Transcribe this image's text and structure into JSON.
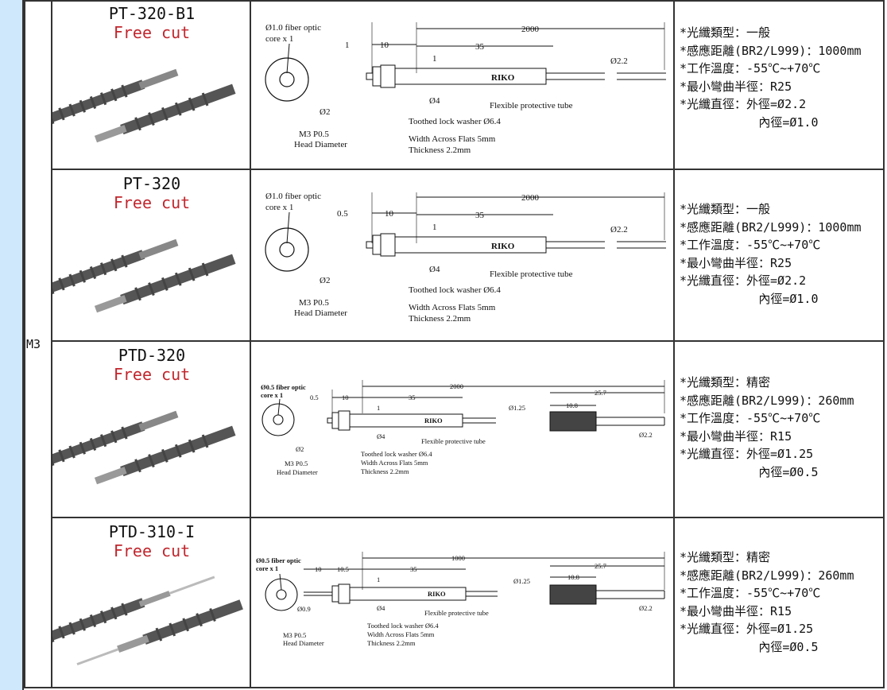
{
  "group_label": "M3",
  "rows": [
    {
      "model": "PT-320-B1",
      "tag": "Free cut",
      "drawing": {
        "core": [
          "Ø1.0 fiber optic",
          "core x 1"
        ],
        "d_head": "1",
        "d_nut": "10",
        "d_total": "2000",
        "d_tube": "35",
        "d_step": "1",
        "d_fiber": "Ø2.2",
        "d_body": "Ø4",
        "d_tip": "Ø2",
        "brand": "RIKO",
        "tube_label": "Flexible protective tube",
        "washer": "Toothed lock washer Ø6.4",
        "thread": [
          "M3 P0.5",
          "Head Diameter"
        ],
        "flats": [
          "Width Across Flats 5mm",
          "Thickness 2.2mm"
        ]
      },
      "specs": [
        "*光纖類型：一般",
        "*感應距離(BR2/L999)：1000mm",
        "*工作溫度：-55℃~+70℃",
        "*最小彎曲半徑：R25",
        "*光纖直徑：外徑=Ø2.2",
        "           內徑=Ø1.0"
      ]
    },
    {
      "model": "PT-320",
      "tag": "Free cut",
      "drawing": {
        "core": [
          "Ø1.0 fiber optic",
          "core x 1"
        ],
        "d_head": "0.5",
        "d_nut": "10",
        "d_total": "2000",
        "d_tube": "35",
        "d_step": "1",
        "d_fiber": "Ø2.2",
        "d_body": "Ø4",
        "d_tip": "Ø2",
        "brand": "RIKO",
        "tube_label": "Flexible protective tube",
        "washer": "Toothed lock washer Ø6.4",
        "thread": [
          "M3 P0.5",
          "Head Diameter"
        ],
        "flats": [
          "Width Across Flats 5mm",
          "Thickness 2.2mm"
        ]
      },
      "specs": [
        "*光纖類型：一般",
        "*感應距離(BR2/L999)：1000mm",
        "*工作溫度：-55℃~+70℃",
        "*最小彎曲半徑：R25",
        "*光纖直徑：外徑=Ø2.2",
        "           內徑=Ø1.0"
      ]
    },
    {
      "model": "PTD-320",
      "tag": "Free cut",
      "drawing": {
        "core": [
          "Ø0.5 fiber optic",
          "core x 1"
        ],
        "d_head": "0.5",
        "d_nut": "10",
        "d_total": "2000",
        "d_tube": "35",
        "d_step": "1",
        "d_fiber": "Ø1.25",
        "d_body": "Ø4",
        "d_tip": "Ø2",
        "d_sleeve": "25.7",
        "d_sleeve_grip": "10.8",
        "d_sleeve_dia": "Ø2.2",
        "brand": "RIKO",
        "tube_label": "Flexible protective tube",
        "washer": "Toothed lock washer Ø6.4",
        "thread": [
          "M3 P0.5",
          "Head Diameter"
        ],
        "flats": [
          "Width Across Flats 5mm",
          "Thickness 2.2mm"
        ]
      },
      "specs": [
        "*光纖類型：精密",
        "*感應距離(BR2/L999)：260mm",
        "*工作溫度：-55℃~+70℃",
        "*最小彎曲半徑：R15",
        "*光纖直徑：外徑=Ø1.25",
        "           內徑=Ø0.5"
      ]
    },
    {
      "model": "PTD-310-I",
      "tag": "Free cut",
      "drawing": {
        "core": [
          "Ø0.5 fiber optic",
          "core x 1"
        ],
        "d_head": "10",
        "d_nut": "10.5",
        "d_total": "1000",
        "d_tube": "35",
        "d_step": "1",
        "d_fiber": "Ø1.25",
        "d_body": "Ø4",
        "d_tip": "Ø0.9",
        "d_sleeve": "25.7",
        "d_sleeve_grip": "10.8",
        "d_sleeve_dia": "Ø2.2",
        "brand": "RIKO",
        "tube_label": "Flexible protective tube",
        "washer": "Toothed lock washer Ø6.4",
        "thread": [
          "M3 P0.5",
          "Head Diameter"
        ],
        "flats": [
          "Width Across Flats 5mm",
          "Thickness 2.2mm"
        ]
      },
      "specs": [
        "*光纖類型：精密",
        "*感應距離(BR2/L999)：260mm",
        "*工作溫度：-55℃~+70℃",
        "*最小彎曲半徑：R15",
        "*光纖直徑：外徑=Ø1.25",
        "           內徑=Ø0.5"
      ]
    }
  ],
  "colors": {
    "sidebar": "#cfe8fb",
    "free_cut": "#c0262d",
    "border": "#333333"
  }
}
